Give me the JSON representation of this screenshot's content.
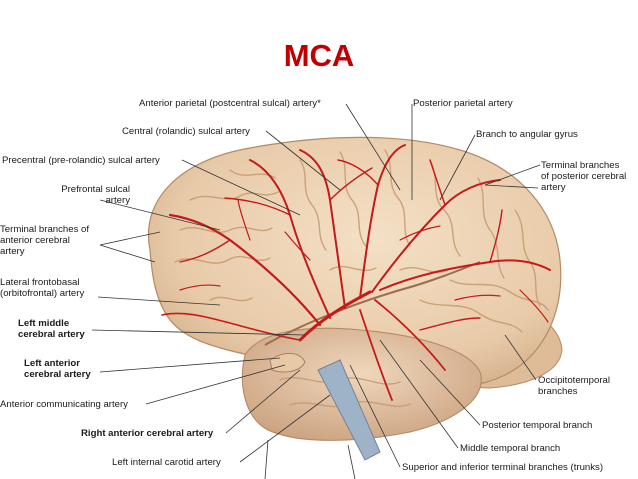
{
  "title": "MCA",
  "labels": {
    "anterior_parietal": "Anterior parietal (postcentral sulcal) artery*",
    "posterior_parietal": "Posterior parietal artery",
    "central_sulcal": "Central (rolandic) sulcal artery",
    "branch_angular": "Branch to angular gyrus",
    "precentral": "Precentral (pre-rolandic) sulcal artery",
    "terminal_posterior": [
      "Terminal branches",
      "of posterior cerebral",
      "artery"
    ],
    "prefrontal": [
      "Prefrontal sulcal",
      "artery"
    ],
    "terminal_anterior": [
      "Terminal branches of",
      "anterior cerebral",
      "artery"
    ],
    "lateral_frontobasal": [
      "Lateral frontobasal",
      "(orbitofrontal) artery"
    ],
    "left_middle": [
      "Left middle",
      "cerebral artery"
    ],
    "left_anterior": [
      "Left anterior",
      "cerebral artery"
    ],
    "anterior_communicating": "Anterior communicating artery",
    "right_anterior": "Right anterior cerebral artery",
    "left_internal_carotid": "Left internal carotid artery",
    "occipitotemporal": [
      "Occipitotemporal",
      "branches"
    ],
    "posterior_temporal": "Posterior temporal branch",
    "middle_temporal": "Middle temporal branch",
    "superior_inferior_terminal": "Superior and inferior terminal branches (trunks)"
  },
  "colors": {
    "title": "#c00000",
    "brain": "#ecd2b4",
    "brain_shadow": "#c9a27e",
    "artery": "#c41a1a",
    "vessel": "#9fb3c8"
  }
}
